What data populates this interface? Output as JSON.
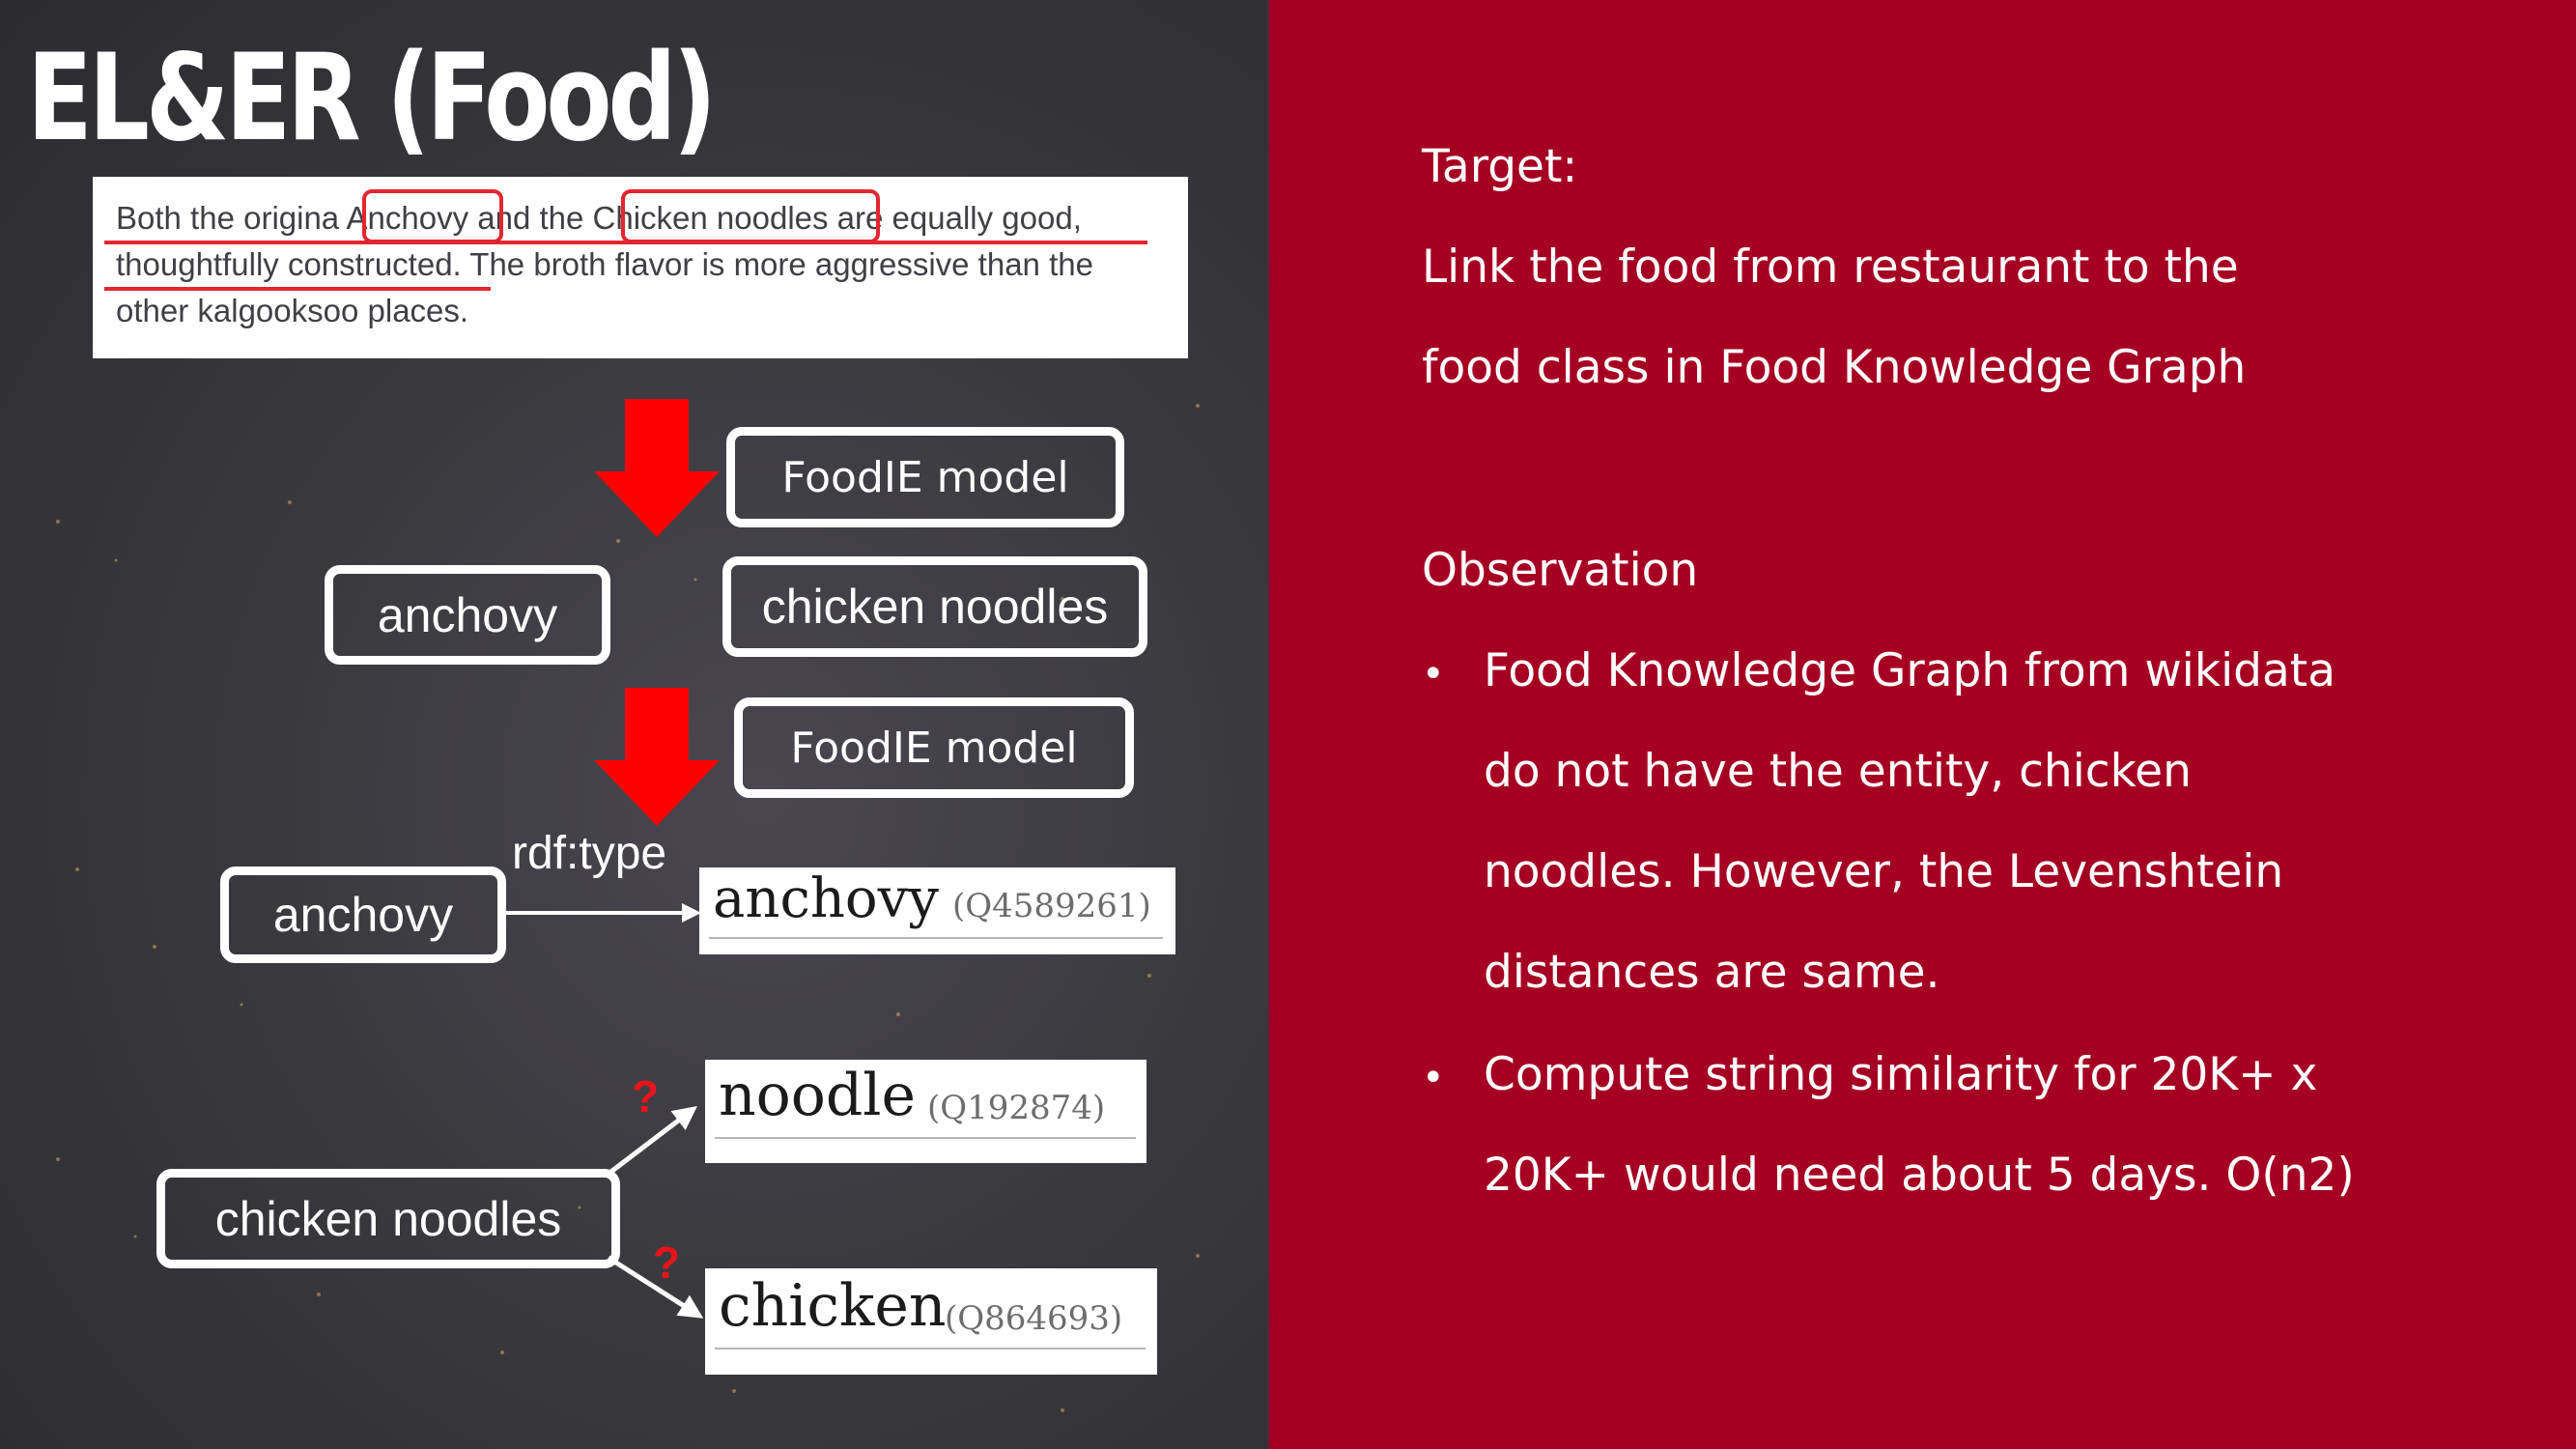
{
  "slide": {
    "title": "EL&ER (Food)"
  },
  "quote": {
    "lines": [
      "Both the origina  Anchovy  and the  Chicken noodles  are equally good,",
      "thoughtfully constructed. The broth flavor is more aggressive than the",
      "other kalgooksoo places."
    ],
    "highlighted_terms": [
      "Anchovy",
      "Chicken noodles"
    ],
    "underlined_phrase": "thoughtfully constructed"
  },
  "diagram": {
    "model_label_1": "FoodIE model",
    "model_label_2": "FoodIE model",
    "extracted": [
      "anchovy",
      "chicken noodles"
    ],
    "link_source": "anchovy",
    "relation": "rdf:type",
    "ambiguous_source": "chicken noodles",
    "uncertain_mark": "?",
    "entities": [
      {
        "label": "anchovy",
        "id": "(Q4589261)"
      },
      {
        "label": "noodle",
        "id": "(Q192874)"
      },
      {
        "label": "chicken",
        "id": "(Q864693)"
      }
    ],
    "arrow_color": "#ff0000",
    "highlight_color": "#e3262f"
  },
  "right_panel": {
    "background": "#a50021",
    "target_heading": "Target:",
    "target_text_line1": "Link the food from restaurant to the",
    "target_text_line2": "food class in Food Knowledge Graph",
    "observation_heading": "Observation",
    "bullets": [
      {
        "lines": [
          "Food Knowledge Graph from wikidata",
          "do not have the entity, chicken",
          "noodles. However, the Levenshtein",
          "distances are same."
        ]
      },
      {
        "lines": [
          "Compute string similarity for 20K+ x",
          "20K+ would need about 5 days. O(n2)"
        ]
      }
    ],
    "bullet_glyph": "•"
  }
}
